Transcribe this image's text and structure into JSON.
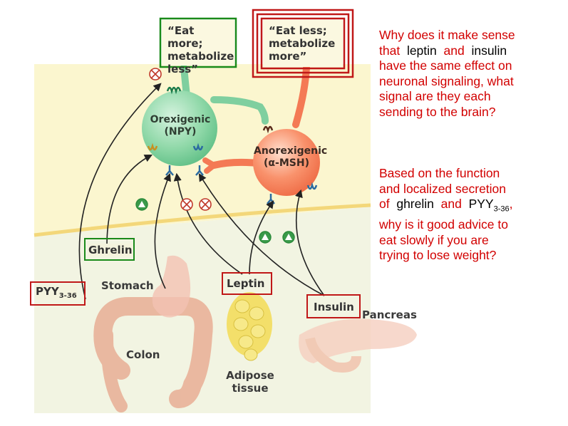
{
  "boxes": {
    "eat_more": [
      "“Eat more;",
      "metabolize",
      "less”"
    ],
    "eat_less": [
      "“Eat less;",
      "metabolize",
      "more”"
    ]
  },
  "neurons": {
    "orexigenic": [
      "Orexigenic",
      "(NPY)"
    ],
    "anorexigenic": [
      "Anorexigenic",
      "(α-MSH)"
    ]
  },
  "hormones": {
    "ghrelin": "Ghrelin",
    "pyy_main": "PYY",
    "pyy_sub": "3-36",
    "leptin": "Leptin",
    "insulin": "Insulin"
  },
  "organs": {
    "stomach": "Stomach",
    "colon": "Colon",
    "pancreas": "Pancreas",
    "adipose": [
      "Adipose",
      "tissue"
    ]
  },
  "questions": {
    "q1_l1a": "Why does it make sense",
    "q1_l2a": "that",
    "q1_leptin": "leptin",
    "q1_and": "and",
    "q1_insulin": "insulin",
    "q1_l3": "have the same effect on",
    "q1_l4": "neuronal signaling, what",
    "q1_l5": "signal are they each",
    "q1_l6": "sending to the brain?",
    "q2_l1": "Based on the function",
    "q2_l2": "and localized secretion",
    "q2_of": "of",
    "q2_ghrelin": "ghrelin",
    "q2_and": "and",
    "q2_pyy": "PYY",
    "q2_pyy_sub": "3-36",
    "q2_comma": ",",
    "q2_l4": "why is it good advice to",
    "q2_l5": "eat slowly if you are",
    "q2_l6": "trying to lose weight?"
  },
  "colors": {
    "neuron_green": "#7fcf9f",
    "neuron_orange": "#f47a55",
    "box_green": "#1a8a1a",
    "box_red": "#c01818",
    "question_red": "#d20000"
  }
}
